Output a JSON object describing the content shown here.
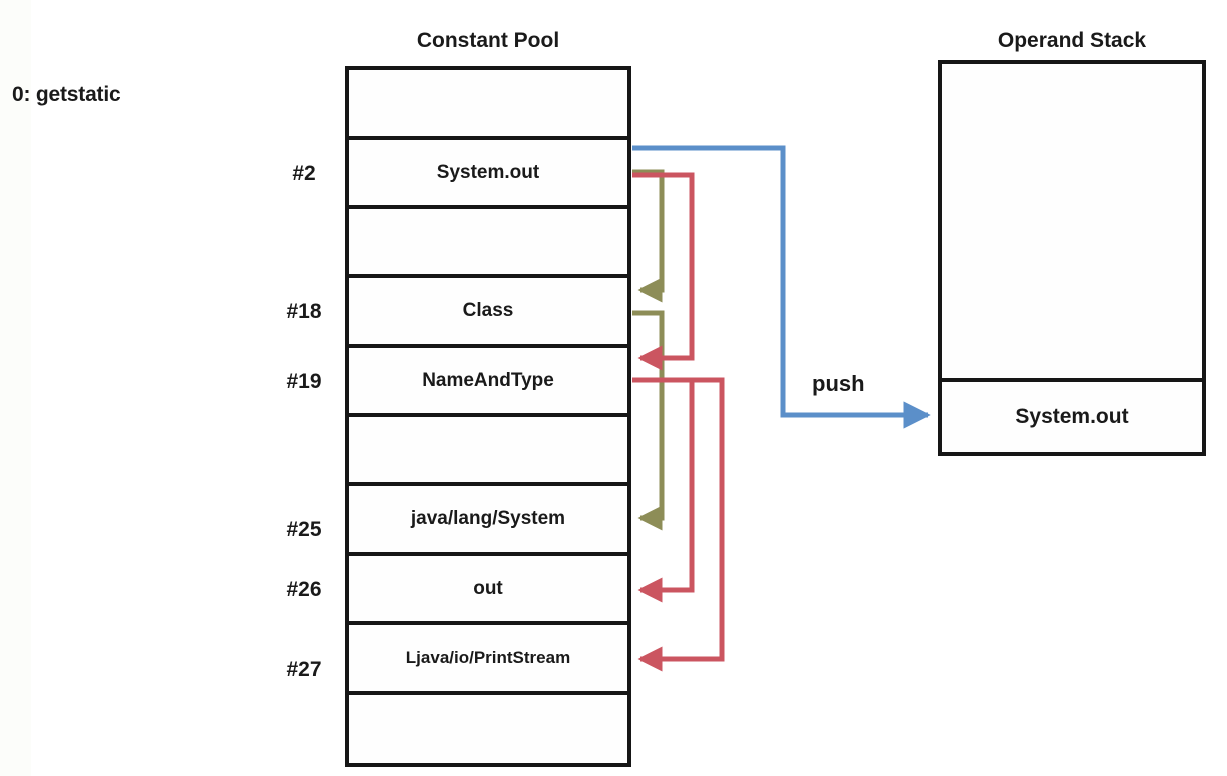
{
  "diagram": {
    "opcode": "0: getstatic",
    "constant_pool": {
      "title": "Constant Pool",
      "rows": [
        {
          "index": "",
          "value": ""
        },
        {
          "index": "#2",
          "value": "System.out"
        },
        {
          "index": "",
          "value": ""
        },
        {
          "index": "#18",
          "value": "Class"
        },
        {
          "index": "#19",
          "value": "NameAndType"
        },
        {
          "index": "",
          "value": ""
        },
        {
          "index": "#25",
          "value": "java/lang/System"
        },
        {
          "index": "#26",
          "value": "out"
        },
        {
          "index": "#27",
          "value": "Ljava/io/PrintStream"
        },
        {
          "index": "",
          "value": ""
        }
      ]
    },
    "operand_stack": {
      "title": "Operand Stack",
      "cells": [
        "System.out"
      ]
    },
    "push_label": "push",
    "colors": {
      "blue_arrow": "#5b8fc9",
      "olive_arrow": "#8d8d57",
      "red_arrow": "#cb5560",
      "border": "#161616",
      "text": "#1a1a1a",
      "background": "#ffffff"
    }
  }
}
